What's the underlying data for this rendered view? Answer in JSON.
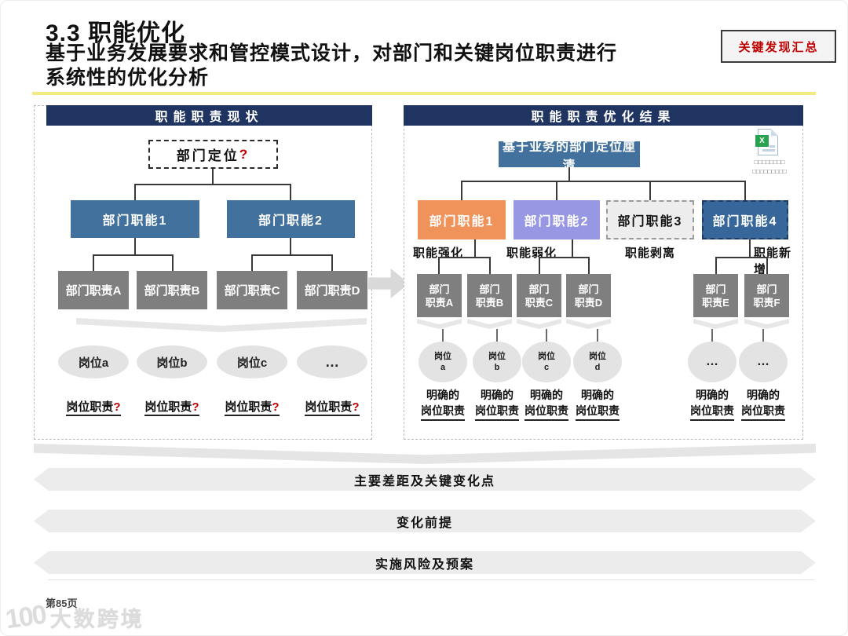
{
  "colors": {
    "navy_header": "#1f3461",
    "steel_blue": "#41719c",
    "orange": "#f0935a",
    "purple": "#9797e3",
    "dark_blue": "#37679a",
    "box_gray": "#7f7f7f",
    "accent_red": "#c00000",
    "rule_yellow": "#f1ea7e",
    "banner_gray": "#ececec"
  },
  "slide": {
    "section_number": "3.3",
    "section_title": "职能优化",
    "subtitle_line1": "基于业务发展要求和管控模式设计，对部门和关键岗位职责进行",
    "subtitle_line2": "系统性的优化分析",
    "key_findings_button": "关键发现汇总",
    "page_number": "第85页",
    "logo_mark": "100",
    "watermark": "大数跨境"
  },
  "left_panel": {
    "header": "职能职责现状",
    "positioning_label": "部门定位",
    "positioning_question": "?",
    "functions": [
      "部门职能1",
      "部门职能2"
    ],
    "responsibilities": [
      "部门职责A",
      "部门职责B",
      "部门职责C",
      "部门职责D"
    ],
    "positions": [
      "岗位a",
      "岗位b",
      "岗位c",
      "…"
    ],
    "position_resp_label": "岗位职责",
    "position_resp_question": "?"
  },
  "right_panel": {
    "header": "职能职责优化结果",
    "positioning_label": "基于业务的部门定位厘清",
    "excel_caption_line1": "□□□□□□□□",
    "excel_caption_line2": "□□□□□□□□□",
    "functions": [
      {
        "label": "部门职能1",
        "tag": "职能强化"
      },
      {
        "label": "部门职能2",
        "tag": "职能弱化"
      },
      {
        "label": "部门职能3",
        "tag": "职能剥离"
      },
      {
        "label": "部门职能4",
        "tag": "职能新增"
      }
    ],
    "responsibilities": [
      {
        "line1": "部门",
        "line2": "职责A"
      },
      {
        "line1": "部门",
        "line2": "职责B"
      },
      {
        "line1": "部门",
        "line2": "职责C"
      },
      {
        "line1": "部门",
        "line2": "职责D"
      },
      {
        "line1": "部门",
        "line2": "职责E"
      },
      {
        "line1": "部门",
        "line2": "职责F"
      }
    ],
    "positions": [
      {
        "line1": "岗位",
        "line2": "a"
      },
      {
        "line1": "岗位",
        "line2": "b"
      },
      {
        "line1": "岗位",
        "line2": "c"
      },
      {
        "line1": "岗位",
        "line2": "d"
      }
    ],
    "more_positions": [
      "…",
      "…"
    ],
    "clear_line1": "明确的",
    "clear_line2": "岗位职责"
  },
  "banners": [
    "主要差距及关键变化点",
    "变化前提",
    "实施风险及预案"
  ]
}
